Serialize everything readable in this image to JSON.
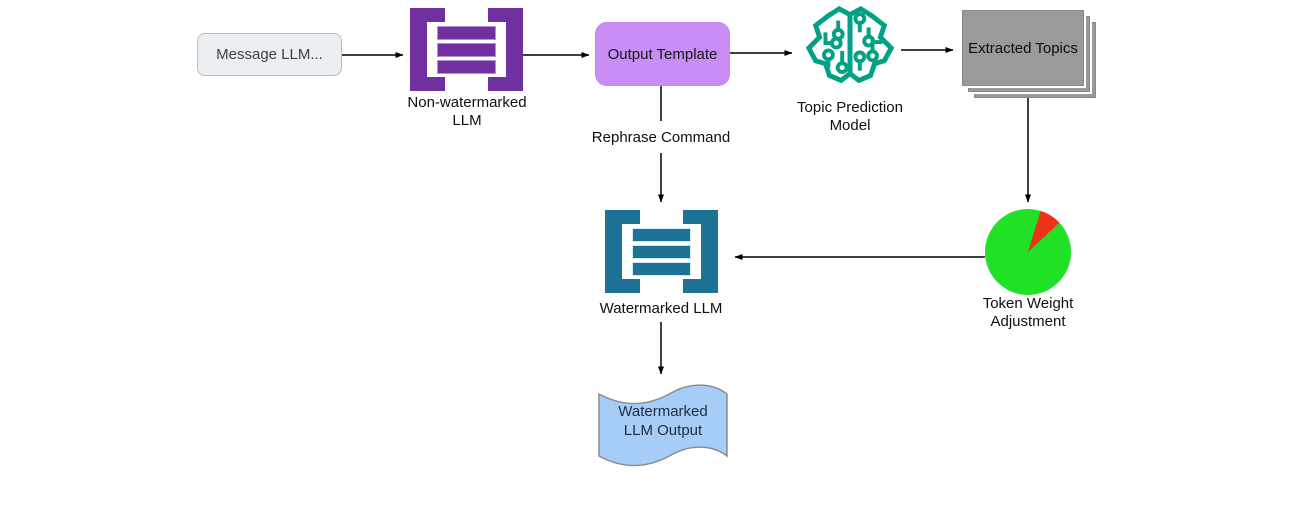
{
  "diagram": {
    "nodes": {
      "message_box": {
        "label": "Message LLM..."
      },
      "non_watermarked_llm": {
        "label": "Non-watermarked LLM",
        "icon": "llm-brackets-icon"
      },
      "output_template": {
        "label": "Output Template"
      },
      "topic_prediction_model": {
        "label": "Topic Prediction Model",
        "icon": "brain-circuit-icon"
      },
      "extracted_topics": {
        "label": "Extracted Topics",
        "stack_layers": 3
      },
      "token_weight_adjustment": {
        "label": "Token Weight Adjustment",
        "icon": "pie-chart-icon",
        "pie": {
          "green_pct": 91.7,
          "red_pct": 8.3
        }
      },
      "watermarked_llm": {
        "label": "Watermarked LLM",
        "icon": "llm-brackets-icon"
      },
      "watermarked_llm_output": {
        "label": "Watermarked LLM Output"
      }
    },
    "edge_labels": {
      "rephrase_command": "Rephrase Command"
    },
    "colors": {
      "purple_icon": "#7030a0",
      "lavender_box": "#c98ef5",
      "teal_green_brain": "#00a184",
      "teal_blue_icon": "#1d7296",
      "stack_gray": "#9a9a9a",
      "pie_green": "#21e127",
      "pie_red": "#ee3418",
      "output_blue": "#a5cdf8",
      "message_gray": "#eceff1",
      "edge_black": "#000000"
    }
  }
}
